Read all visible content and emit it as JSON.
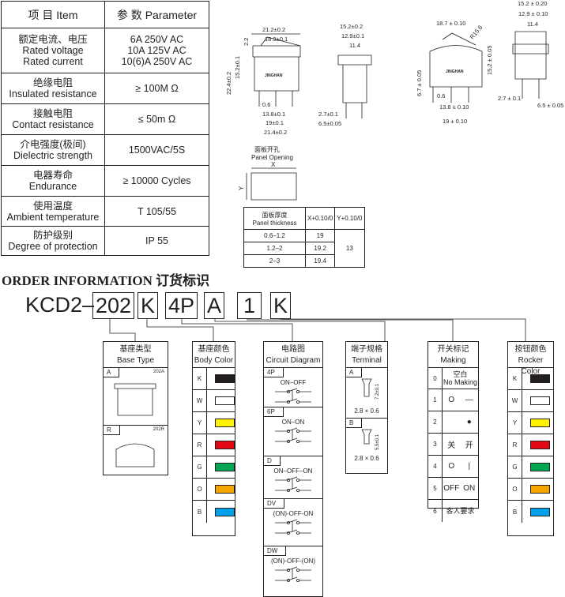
{
  "params": {
    "header": {
      "item": "项 目   Item",
      "parameter": "参 数   Parameter"
    },
    "rows": [
      {
        "cn": "额定电流、电压",
        "en": "Rated voltage",
        "en2": "Rated current",
        "v1": "6A 250V AC",
        "v2": "10A 125V AC",
        "v3": "10(6)A 250V AC"
      },
      {
        "cn": "绝缘电阻",
        "en": "Insulated resistance",
        "value": "≥ 100M Ω"
      },
      {
        "cn": "接触电阻",
        "en": "Contact resistance",
        "value": "≤ 50m Ω"
      },
      {
        "cn": "介电强度(极间)",
        "en": "Dielectric strength",
        "value": "1500VAC/5S"
      },
      {
        "cn": "电器寿命",
        "en": "Endurance",
        "value": "≥ 10000 Cycles"
      },
      {
        "cn": "使用温度",
        "en": "Ambient temperature",
        "value": "T 105/55"
      },
      {
        "cn": "防护级别",
        "en": "Degree of protection",
        "value": "IP 55"
      }
    ]
  },
  "drawings": {
    "d1": {
      "w1": "21.2±0.2",
      "w2": "18.9±0.1",
      "h0": "2.2",
      "h1": "15.2±0.1",
      "h2": "22.4±0.2",
      "p1": "0.6",
      "p2": "13.8±0.1",
      "p3": "19±0.1",
      "p4": "21.4±0.2",
      "brand": "JINGHAN"
    },
    "d2": {
      "w1": "15.2±0.2",
      "w2": "12.9±0.1",
      "w3": "11.4",
      "t1": "2.7±0.1",
      "t2": "6.5±0.05"
    },
    "d3": {
      "w1": "18.7 ± 0.10",
      "r": "R15.6",
      "h1": "15.2 ± 0.05",
      "h2": "6.7 ± 0.05",
      "p1": "0.6",
      "p2": "13.8 ± 0.10",
      "p3": "19 ± 0.10",
      "brand": "JINGHAN"
    },
    "d4": {
      "w1": "15.2 ± 0.20",
      "w2": "12.9 ± 0.10",
      "w3": "11.4",
      "t1": "2.7 ± 0.1",
      "t2": "6.5 ± 0.05"
    }
  },
  "panel": {
    "title_cn": "面板开孔",
    "title_en": "Panel Opening",
    "x": "X",
    "y": "Y",
    "table": {
      "h_cn": "面板厚度",
      "h_en": "Panel thickness",
      "hx": "X+0.10/0",
      "hy": "Y+0.10/0",
      "rows": [
        {
          "t": "0.6–1.2",
          "x": "19"
        },
        {
          "t": "1.2–2",
          "x": "19.2"
        },
        {
          "t": "2–3",
          "x": "19.4"
        }
      ],
      "y": "13"
    }
  },
  "order": {
    "title": "ORDER INFORMATION 订货标识",
    "prefix": "KCD2–",
    "codes": [
      "202",
      "K",
      "4P",
      "A",
      "1",
      "K"
    ],
    "base": {
      "cn": "基座类型",
      "en": "Base Type",
      "items": [
        {
          "key": "A",
          "model": "202A"
        },
        {
          "key": "R",
          "model": "202R"
        }
      ]
    },
    "body": {
      "cn": "基座颜色",
      "en": "Body Color",
      "items": [
        {
          "key": "K",
          "color": "#231f20"
        },
        {
          "key": "W",
          "color": "#ffffff"
        },
        {
          "key": "Y",
          "color": "#fff200"
        },
        {
          "key": "R",
          "color": "#e30613"
        },
        {
          "key": "G",
          "color": "#00a651"
        },
        {
          "key": "O",
          "color": "#f7a600"
        },
        {
          "key": "B",
          "color": "#00a0e9"
        }
      ]
    },
    "circuit": {
      "cn": "电路图",
      "en": "Circuit Diagram",
      "items": [
        {
          "key": "4P",
          "label": "ON–OFF"
        },
        {
          "key": "6P",
          "label": "ON–ON"
        },
        {
          "key": "D",
          "label": "ON–OFF–ON"
        },
        {
          "key": "DV",
          "label": "(ON)-OFF-ON"
        },
        {
          "key": "DW",
          "label": "(ON)-OFF-(ON)"
        }
      ]
    },
    "terminal": {
      "cn": "端子规格",
      "en": "Terminal",
      "items": [
        {
          "key": "A",
          "dim": "7.2±0.1",
          "size": "2.8 × 0.6"
        },
        {
          "key": "B",
          "dim": "5.5±0.1",
          "size": "2.8 × 0.6"
        }
      ]
    },
    "making": {
      "cn": "开关标记",
      "en": "Making",
      "items": [
        {
          "key": "0",
          "a": "空白",
          "b": "No Making"
        },
        {
          "key": "1",
          "a": "O",
          "b": "—"
        },
        {
          "key": "2",
          "a": "",
          "b": "●"
        },
        {
          "key": "3",
          "a": "关",
          "b": "开"
        },
        {
          "key": "4",
          "a": "O",
          "b": "|"
        },
        {
          "key": "5",
          "a": "OFF",
          "b": "ON"
        },
        {
          "key": "6",
          "a": "客人要求",
          "b": ""
        }
      ]
    },
    "rocker": {
      "cn": "按钮颜色",
      "en": "Rocker Color",
      "items": [
        {
          "key": "K",
          "color": "#231f20"
        },
        {
          "key": "W",
          "color": "#ffffff"
        },
        {
          "key": "Y",
          "color": "#fff200"
        },
        {
          "key": "R",
          "color": "#e30613"
        },
        {
          "key": "G",
          "color": "#00a651"
        },
        {
          "key": "O",
          "color": "#f7a600"
        },
        {
          "key": "B",
          "color": "#00a0e9"
        }
      ]
    }
  }
}
